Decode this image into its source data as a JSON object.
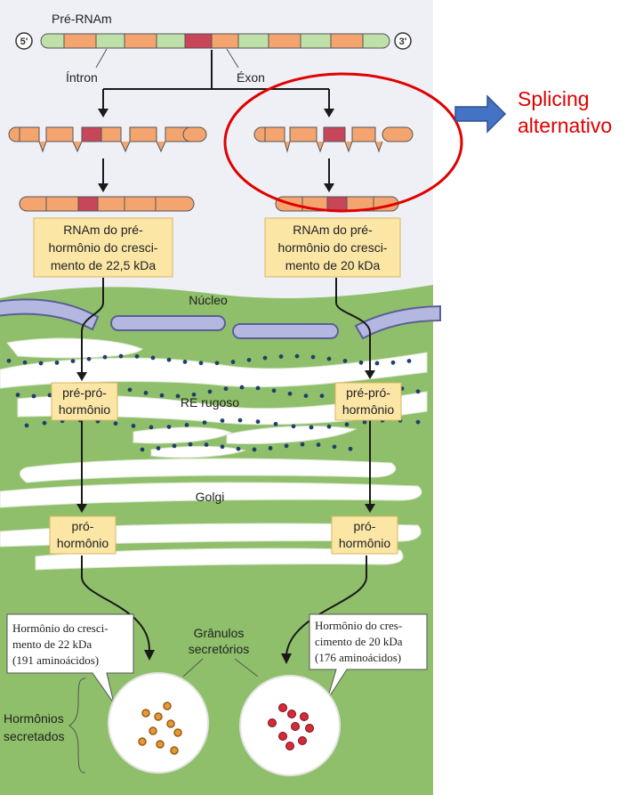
{
  "colors": {
    "nucleus_bg": "#eef0f6",
    "cytoplasm_bg": "#8fbf6a",
    "exon": "#f4a56f",
    "intron": "#bfe0a8",
    "alt_exon": "#c8465a",
    "label_box": "#fbe6a6",
    "annotation_red": "#e00000",
    "arrow_blue": "#4472c4",
    "ribosome": "#20406a"
  },
  "labels": {
    "pre_mrna": "Pré-RNAm",
    "five_prime": "5'",
    "three_prime": "3'",
    "intron": "Íntron",
    "exon": "Éxon",
    "nucleus": "Núcleo",
    "rough_er": "RE rugoso",
    "golgi": "Golgi",
    "secretory_granules": [
      "Grânulos",
      "secretórios"
    ],
    "secreted_hormones": [
      "Hormônios",
      "secretados"
    ]
  },
  "left_path": {
    "mrna_box": [
      "RNAm do pré-",
      "hormônio do cresci-",
      "mento de 22,5 kDa"
    ],
    "pre_pro": [
      "pré-pró-",
      "hormônio"
    ],
    "pro": [
      "pró-",
      "hormônio"
    ],
    "final": [
      "Hormônio do cresci-",
      "mento de 22 kDa",
      "(191 aminoácidos)"
    ]
  },
  "right_path": {
    "mrna_box": [
      "RNAm do pré-",
      "hormônio do cresci-",
      "mento de 20 kDa"
    ],
    "pre_pro": [
      "pré-pró-",
      "hormônio"
    ],
    "pro": [
      "pró-",
      "hormônio"
    ],
    "final": [
      "Hormônio do cres-",
      "cimento de 20 kDa",
      "(176 aminoácidos)"
    ]
  },
  "annotation": {
    "line1": "Splicing",
    "line2": "alternativo"
  }
}
